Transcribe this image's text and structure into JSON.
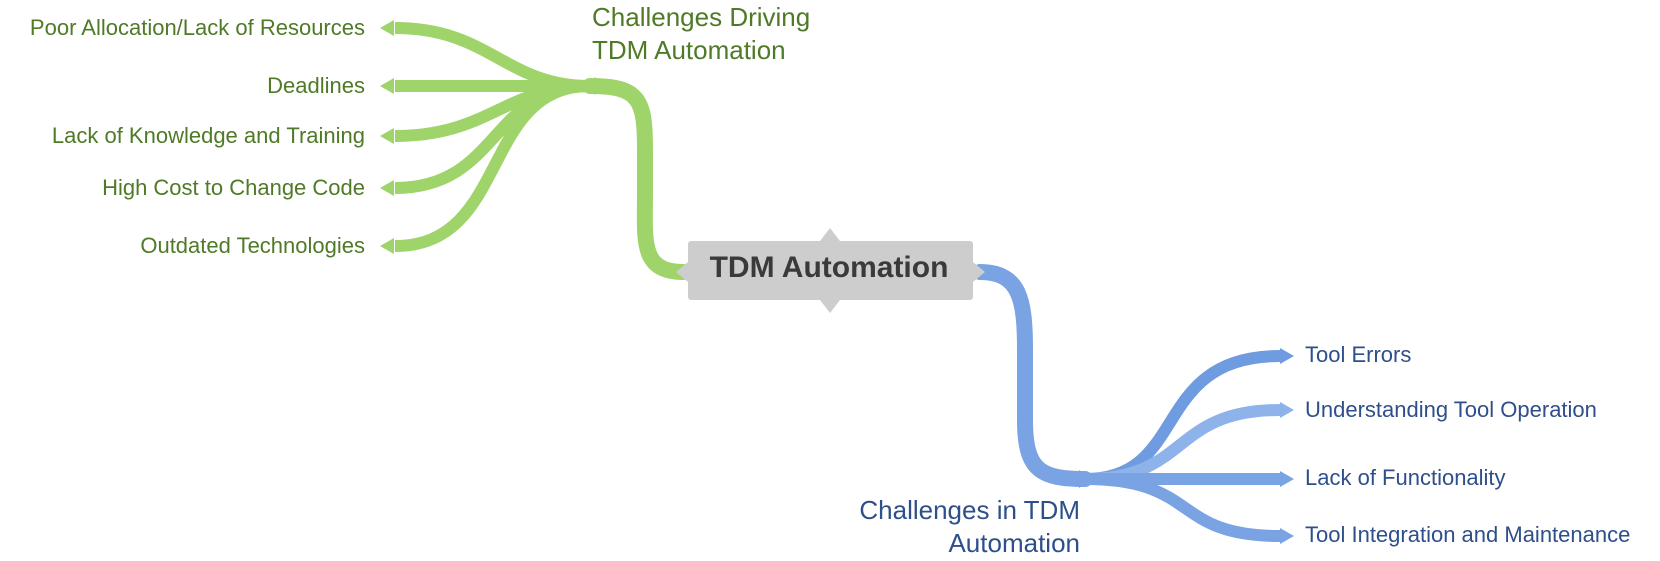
{
  "central": {
    "label": "TDM Automation"
  },
  "branches": [
    {
      "label_line1": "Challenges Driving",
      "label_line2": "TDM Automation",
      "color": "#9fd46a",
      "text_color": "#4f7a27",
      "children": [
        "Poor Allocation/Lack of Resources",
        "Deadlines",
        "Lack of Knowledge and Training",
        "High Cost to Change Code",
        "Outdated Technologies"
      ]
    },
    {
      "label_line1": "Challenges in TDM",
      "label_line2": "Automation",
      "color": "#7aa3e3",
      "text_color": "#2e4f8a",
      "children": [
        "Tool Errors",
        "Understanding Tool Operation",
        "Lack of Functionality",
        "Tool Integration and Maintenance"
      ]
    }
  ]
}
